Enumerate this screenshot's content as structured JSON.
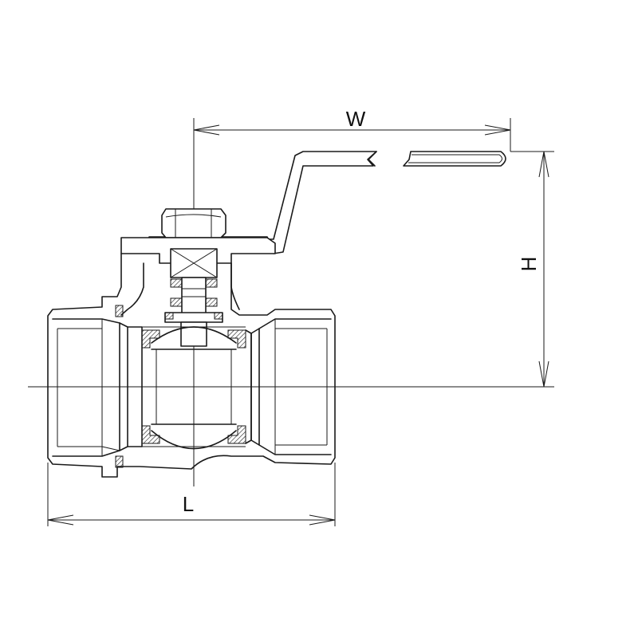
{
  "diagram": {
    "dimension_labels": {
      "width": "W",
      "height": "H",
      "length": "L"
    },
    "colors": {
      "line": "#1a1a1a",
      "background": "#ffffff",
      "hatch": "#1a1a1a"
    }
  }
}
